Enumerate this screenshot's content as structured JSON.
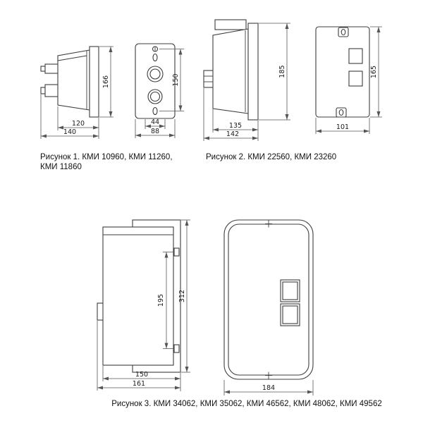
{
  "page": {
    "background": "#ffffff",
    "line_color": "#3d3d3d",
    "dimension_color": "#555555",
    "text_color": "#111111"
  },
  "figure1": {
    "caption_line1": "Рисунок 1. КМИ 10960, КМИ 11260,",
    "caption_line2": "КМИ 11860",
    "side_view": {
      "dim_height": "166",
      "dim_width_inner": "120",
      "dim_width_outer": "140"
    },
    "front_view": {
      "dim_height": "150",
      "dim_hole_spacing": "44",
      "dim_width": "88"
    }
  },
  "figure2": {
    "caption": "Рисунок 2. КМИ 22560, КМИ 23260",
    "side_view": {
      "dim_height": "185",
      "dim_width_inner": "135",
      "dim_width_outer": "142"
    },
    "front_view": {
      "dim_height": "165",
      "dim_width": "101"
    }
  },
  "figure3": {
    "caption": "Рисунок 3. КМИ 34062, КМИ 35062, КМИ 46562, КМИ 48062, КМИ 49562",
    "side_view": {
      "dim_hole_spacing": "195",
      "dim_height": "312",
      "dim_width_inner": "150",
      "dim_width_outer": "161"
    },
    "front_view": {
      "dim_width": "184"
    }
  }
}
